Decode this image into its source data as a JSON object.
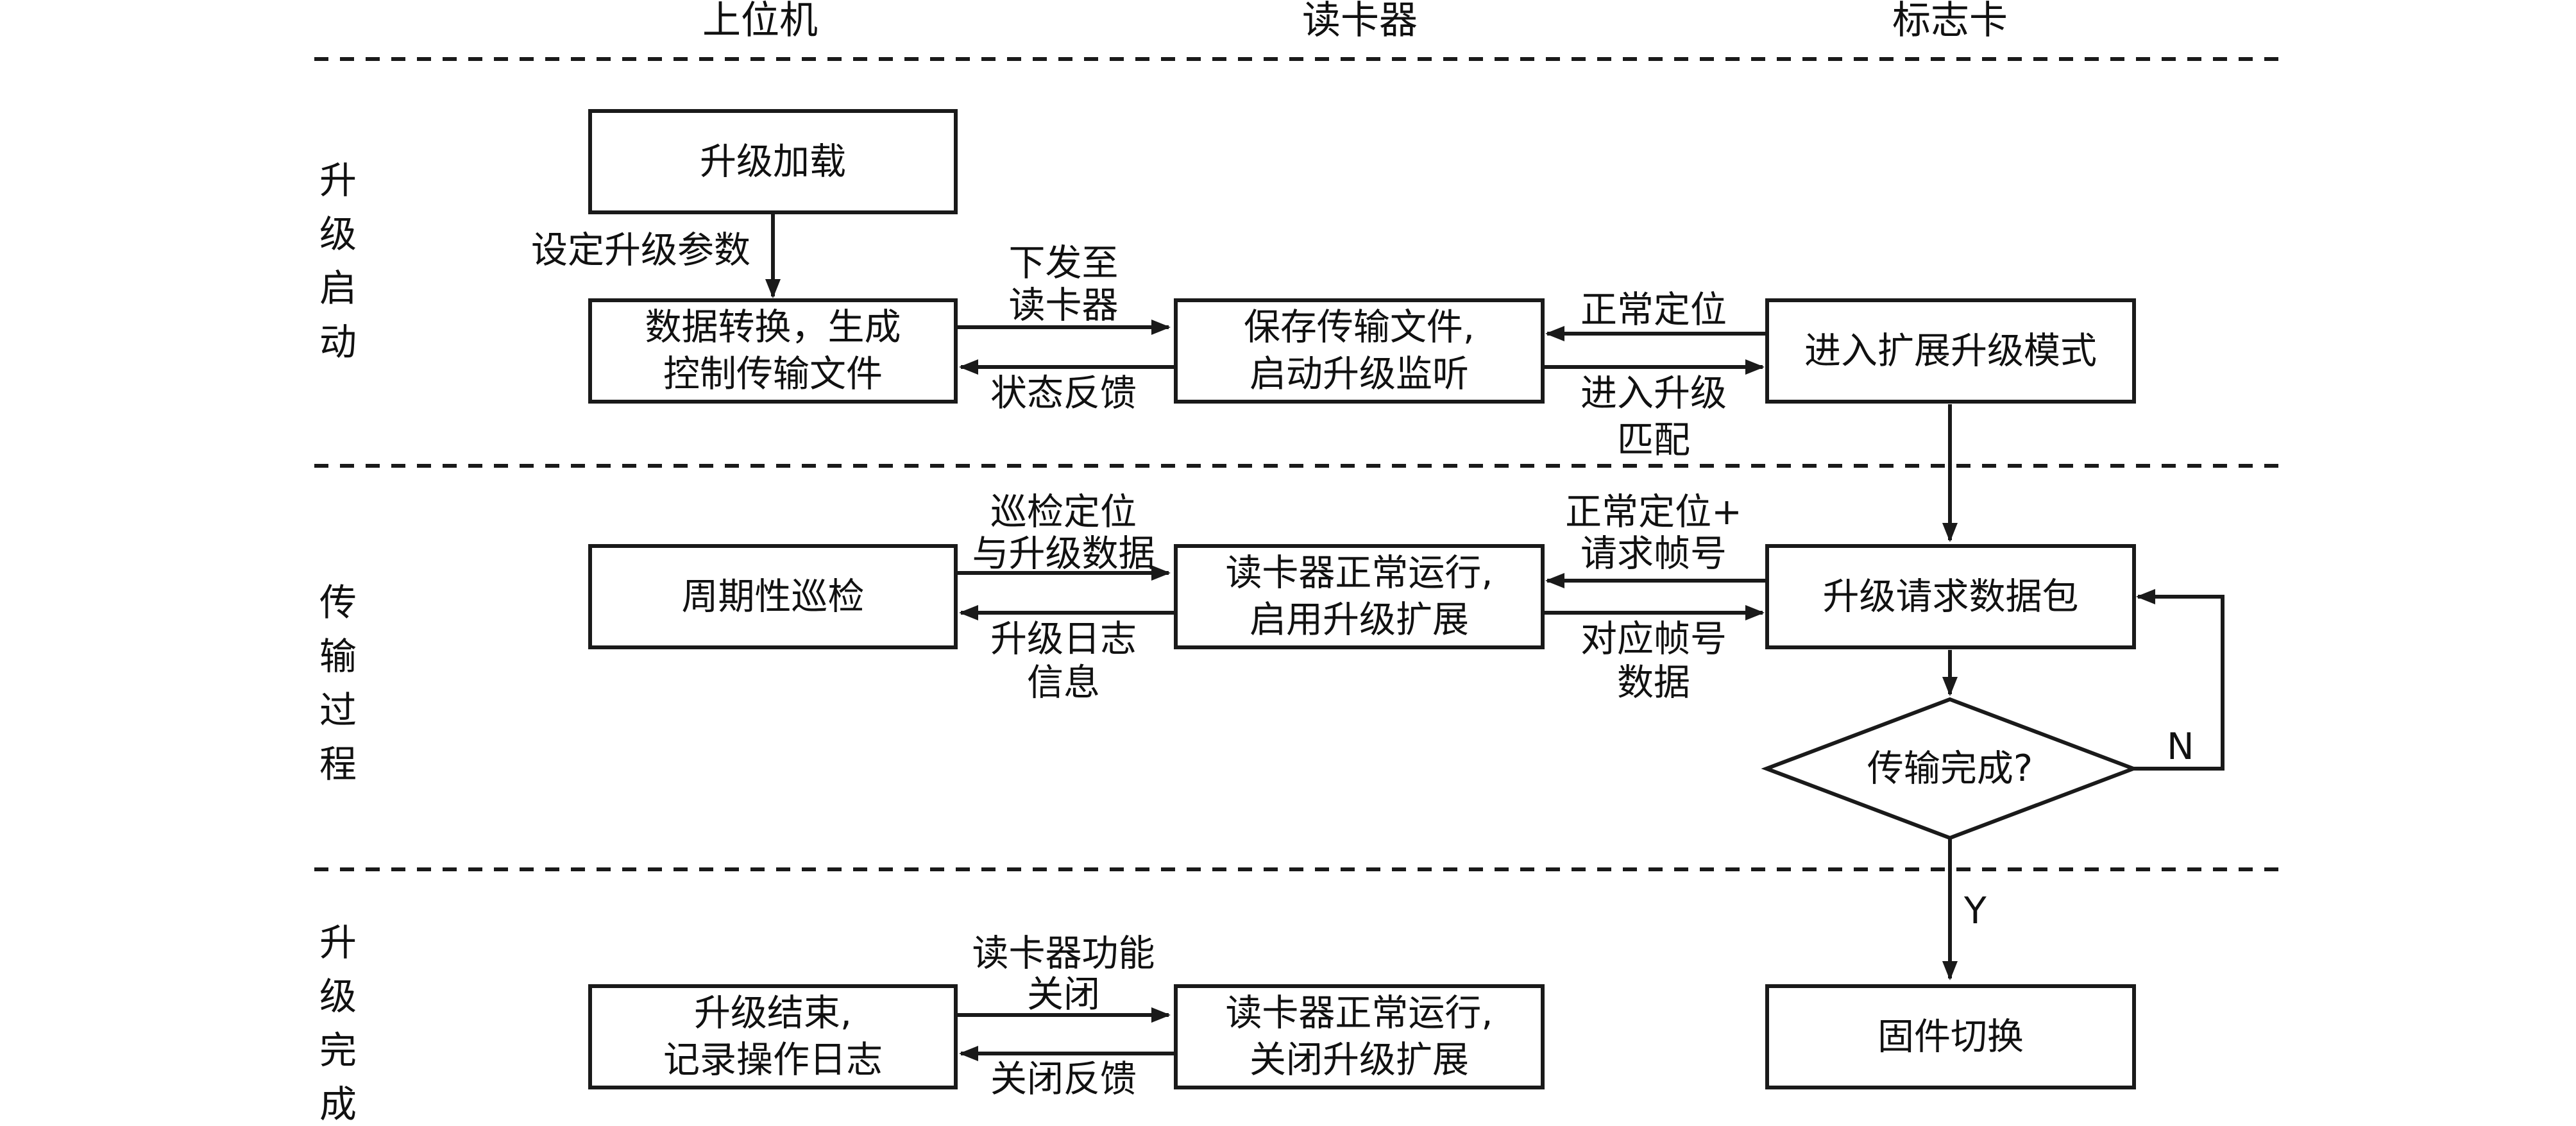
{
  "headers": {
    "host": "上位机",
    "reader": "读卡器",
    "tag": "标志卡"
  },
  "phases": {
    "start": [
      "升",
      "级",
      "启",
      "动"
    ],
    "transfer": [
      "传",
      "输",
      "过",
      "程"
    ],
    "finish": [
      "升",
      "级",
      "完",
      "成"
    ]
  },
  "boxes": {
    "upgrade_load": "升级加载",
    "data_convert": "数据转换，生成\n控制传输文件",
    "save_file": "保存传输文件,\n启动升级监听",
    "enter_ext": "进入扩展升级模式",
    "patrol": "周期性巡检",
    "reader_run_enable": "读卡器正常运行,\n启用升级扩展",
    "request_packet": "升级请求数据包",
    "decision": "传输完成?",
    "upgrade_end": "升级结束,\n记录操作日志",
    "reader_run_close": "读卡器正常运行,\n关闭升级扩展",
    "firmware_switch": "固件切换"
  },
  "arrow_labels": {
    "set_params": "设定升级参数",
    "send_to_reader_1": "下发至",
    "send_to_reader_2": "读卡器",
    "status_feedback": "状态反馈",
    "normal_locate": "正常定位",
    "enter_match_1": "进入升级",
    "enter_match_2": "匹配",
    "patrol_data_1": "巡检定位",
    "patrol_data_2": "与升级数据",
    "log_info_1": "升级日志",
    "log_info_2": "信息",
    "locate_req_1": "正常定位+",
    "locate_req_2": "请求帧号",
    "frame_data_1": "对应帧号",
    "frame_data_2": "数据",
    "no": "N",
    "yes": "Y",
    "func_close_1": "读卡器功能",
    "func_close_2": "关闭",
    "close_feedback": "关闭反馈"
  }
}
